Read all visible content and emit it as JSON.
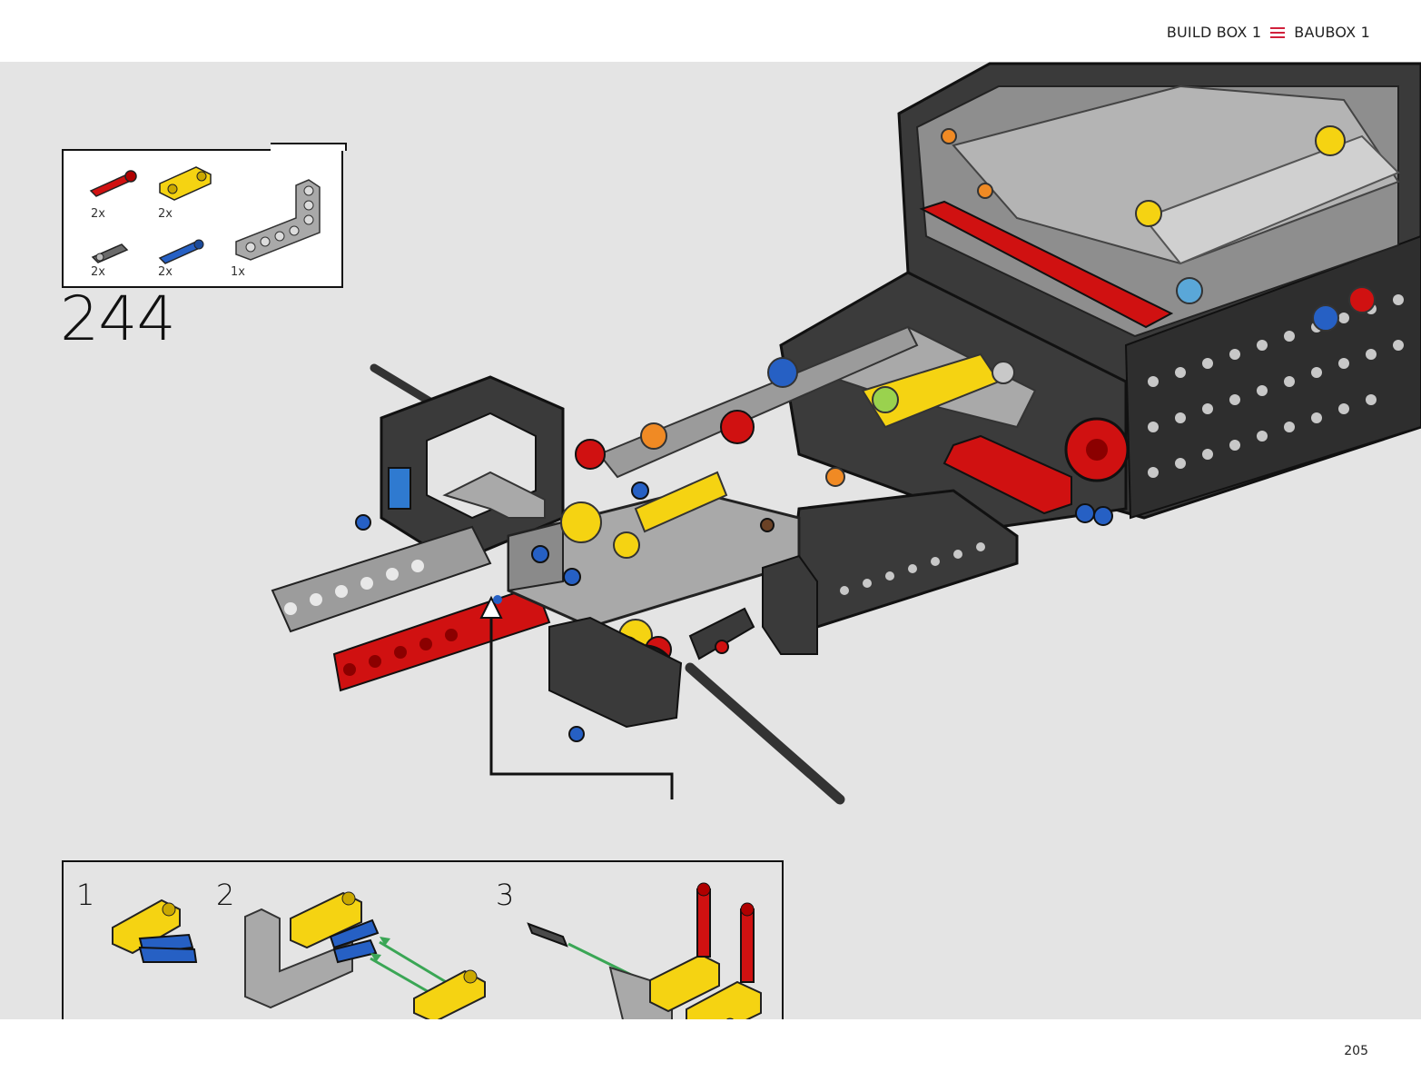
{
  "header": {
    "build_box": "BUILD BOX 1",
    "baubox": "BAUBOX 1",
    "accent_color": "#d1213c"
  },
  "parts_list": {
    "items": [
      {
        "qty": "2x",
        "icon": "red-pin-icon"
      },
      {
        "qty": "2x",
        "icon": "yellow-beam-icon"
      },
      {
        "qty": "2x",
        "icon": "gray-axle-pin-icon"
      },
      {
        "qty": "2x",
        "icon": "blue-pin-icon"
      },
      {
        "qty": "1x",
        "icon": "gray-l-beam-icon"
      }
    ]
  },
  "step": {
    "number": "244"
  },
  "substeps": [
    {
      "number": "1"
    },
    {
      "number": "2"
    },
    {
      "number": "3"
    }
  ],
  "footer": {
    "page_number": "205"
  }
}
